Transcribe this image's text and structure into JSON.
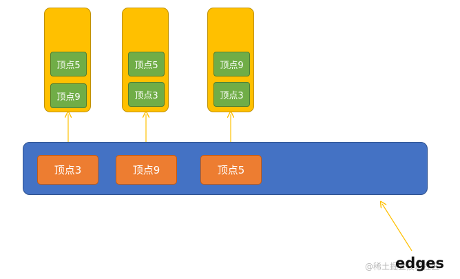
{
  "colors": {
    "edges_bar": "#4472c4",
    "vertex_box": "#ed7d31",
    "adjacency_list": "#ffc000",
    "adjacency_item": "#70ad47",
    "arrow": "#ffc000"
  },
  "vertices": [
    {
      "label": "顶点3",
      "adjacent": [
        "顶点5",
        "顶点9"
      ]
    },
    {
      "label": "顶点9",
      "adjacent": [
        "顶点5",
        "顶点3"
      ]
    },
    {
      "label": "顶点5",
      "adjacent": [
        "顶点9",
        "顶点3"
      ]
    }
  ],
  "edges_label": "edges",
  "watermark": "@稀土掘金技术社区"
}
